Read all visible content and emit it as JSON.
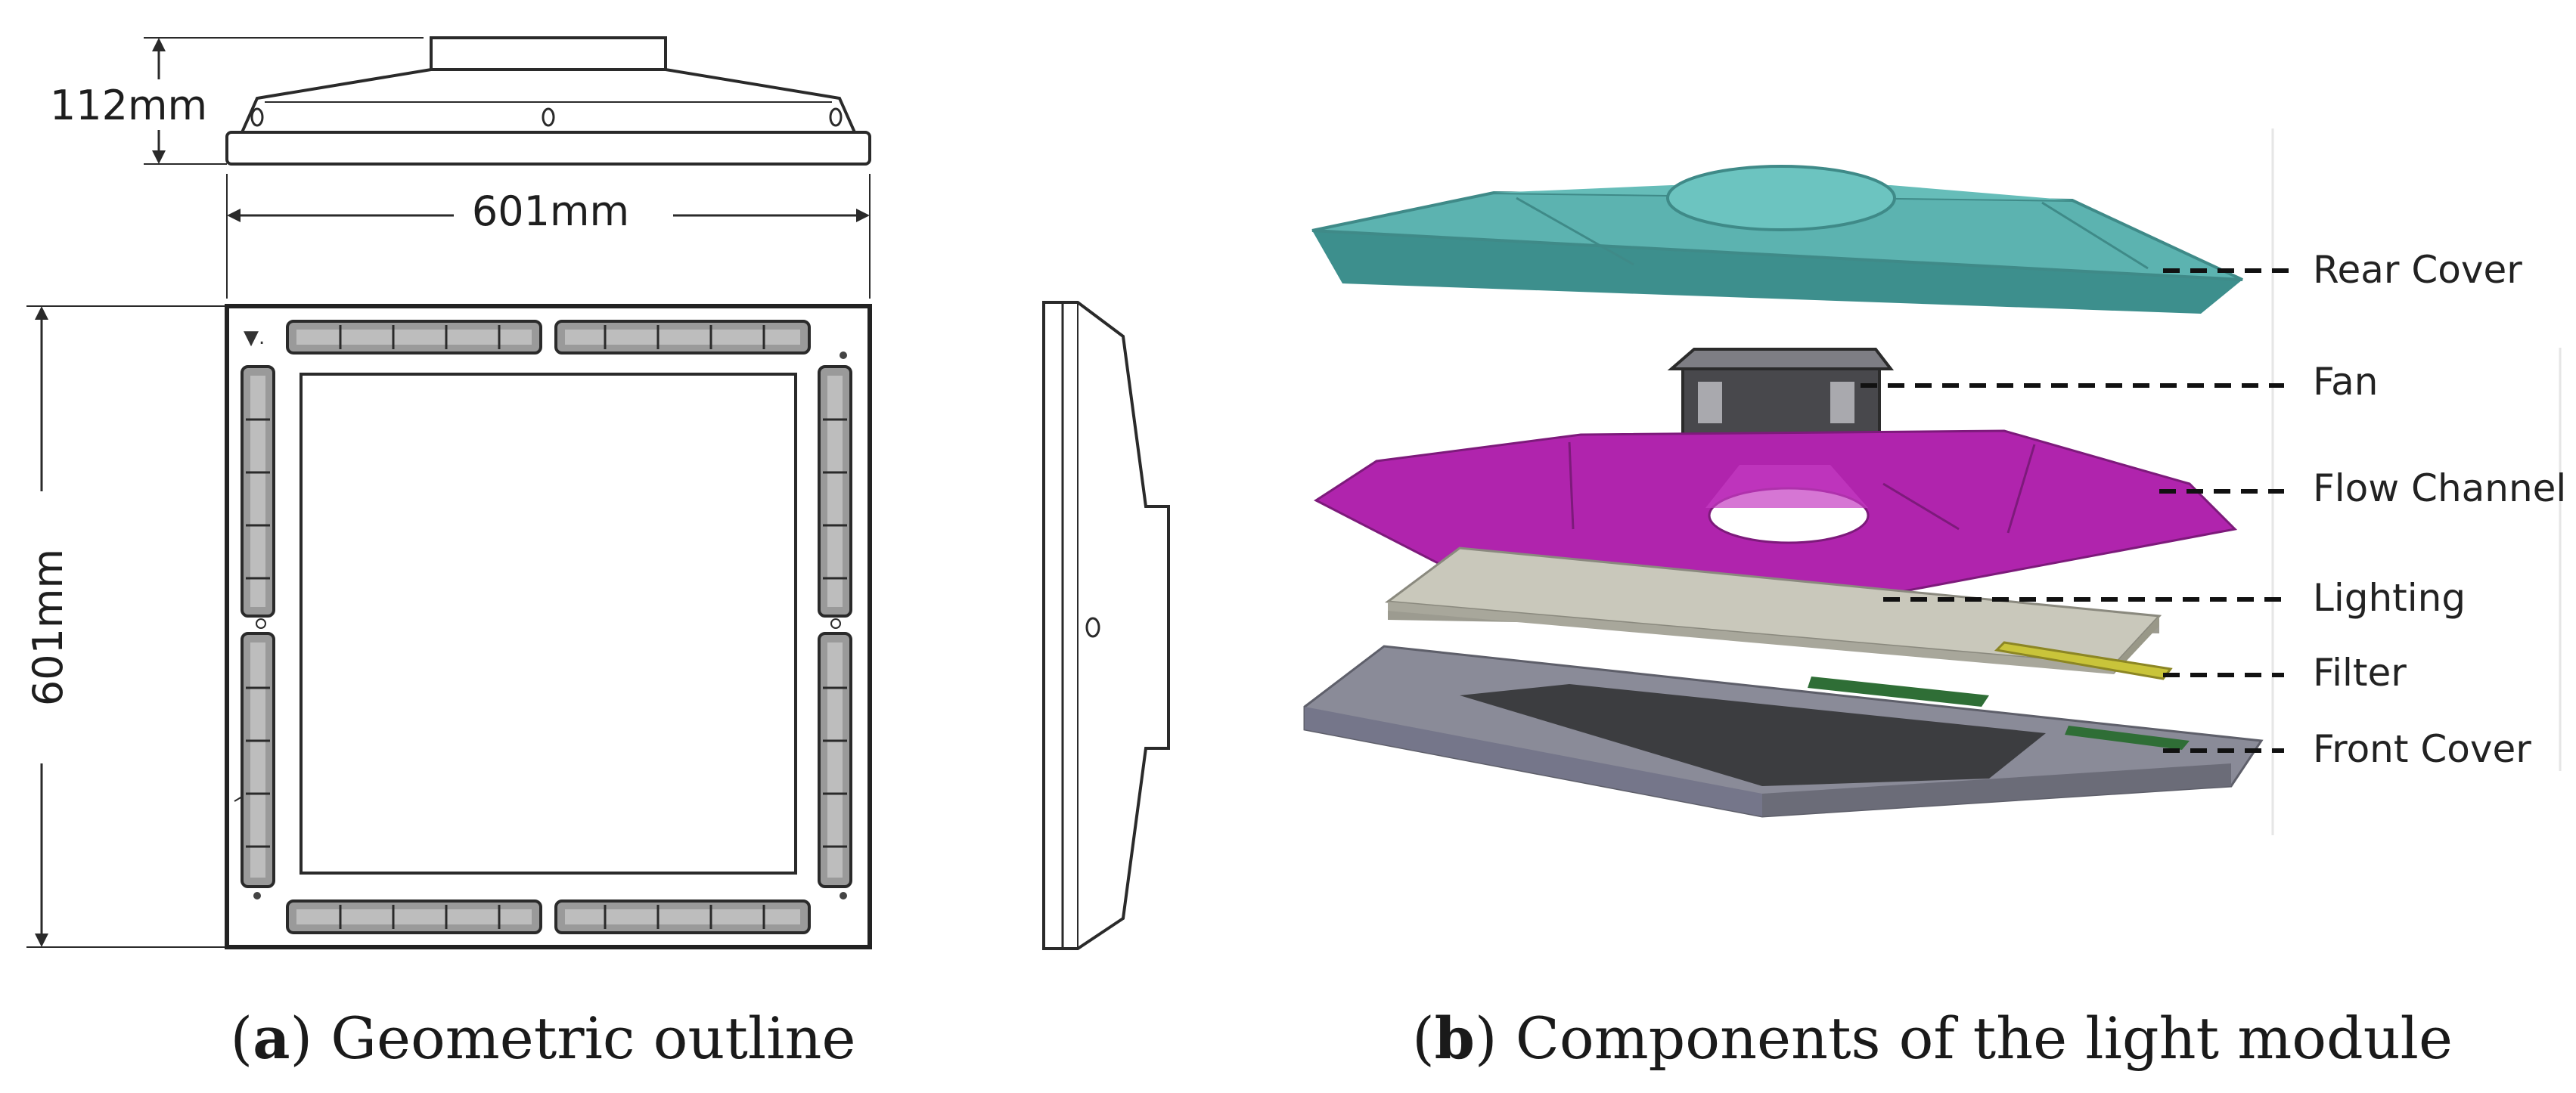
{
  "panel_a": {
    "caption_letter": "a",
    "caption_text": "Geometric outline",
    "dimensions": {
      "height": "112mm",
      "width": "601mm",
      "depth": "601mm"
    }
  },
  "panel_b": {
    "caption_letter": "b",
    "caption_text": "Components of the light module",
    "components": [
      {
        "label": "Rear Cover",
        "color": "#5cb3b0"
      },
      {
        "label": "Fan",
        "color": "#4a4a4e"
      },
      {
        "label": "Flow Channel",
        "color": "#b024ad"
      },
      {
        "label": "Lighting",
        "color": "#c9c8bb"
      },
      {
        "label": "Filter",
        "color": "#c9c43a"
      },
      {
        "label": "Front Cover",
        "color": "#8a8b98"
      }
    ]
  }
}
